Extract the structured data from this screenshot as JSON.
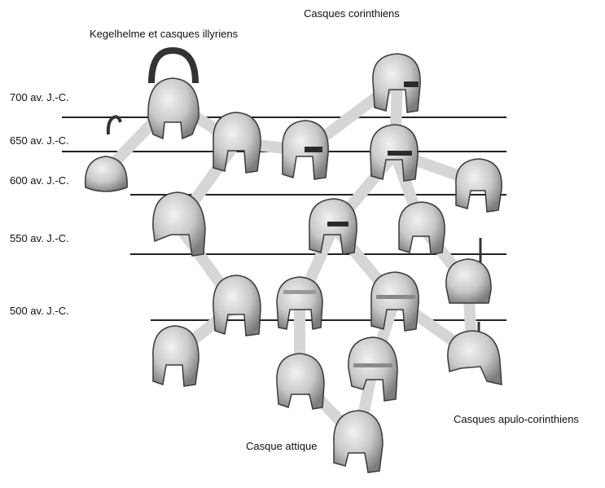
{
  "labels": {
    "corinthian": "Casques corinthiens",
    "illyrian": "Kegelhelme et casques illyriens",
    "attic": "Casque attique",
    "apulo": "Casques apulo-corinthiens"
  },
  "timeline": [
    {
      "label": "700 av. J.-C."
    },
    {
      "label": "650 av. J.-C."
    },
    {
      "label": "600 av. J.-C."
    },
    {
      "label": "550 av. J.-C."
    },
    {
      "label": "500 av. J.-C."
    }
  ],
  "colors": {
    "line": "#222222",
    "connector": "#d6d6d6",
    "helmet_fill": "#cfcfcf",
    "helmet_dark": "#2a2a2a"
  },
  "icons": {
    "helmet": "helmet-icon",
    "crest": "crest-holder-icon"
  }
}
